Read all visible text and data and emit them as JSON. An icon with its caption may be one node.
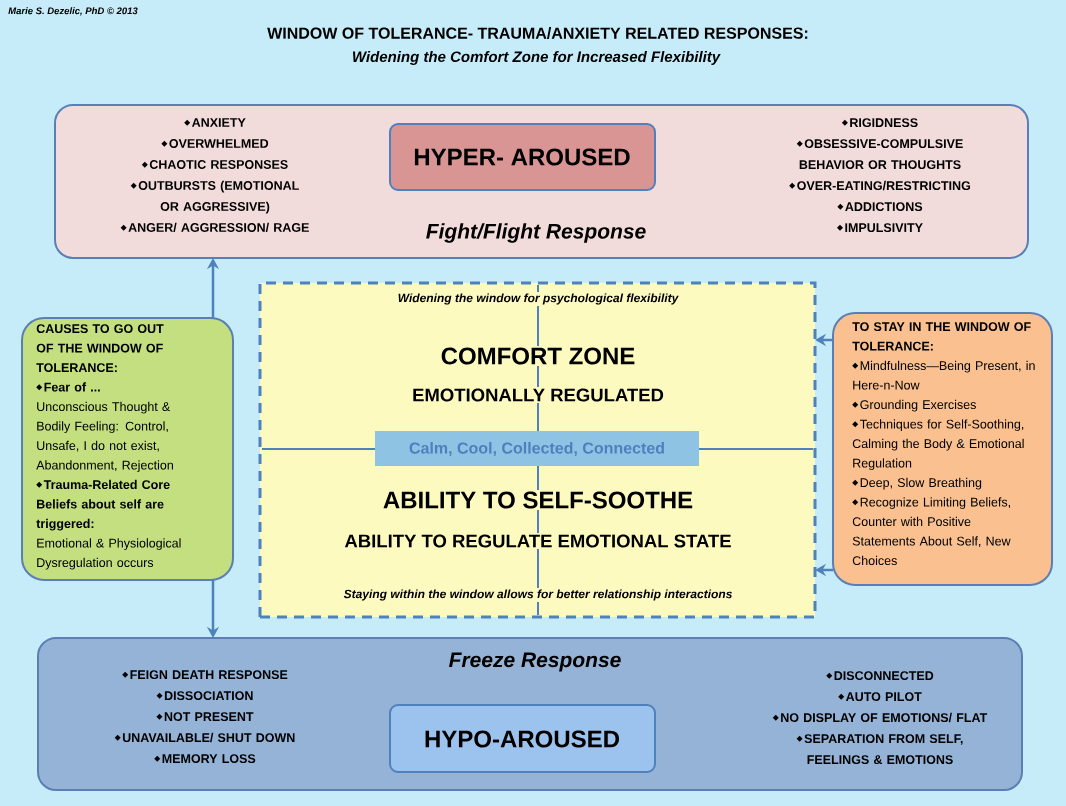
{
  "diagram": {
    "title": "WINDOW OF TOLERANCE- TRAUMA/ANXIETY RELATED RESPONSES:",
    "nodes": [
      {
        "text": [
          "ANXIETY",
          "OVERWHELMED",
          "CHAOTIC RESPONSES",
          "OUTBURSTS (EMOTIONAL OR AGGRESSIVE)",
          "ANGER/ AGGRESSION/ RAGE",
          "Fight/Flight Response",
          "RIGIDNESS",
          "OBSESSIVE-COMPULSIVE BEHAVIOR OR THOUGHTS",
          "OVER-EATING/RESTRICTING",
          "ADDICTIONS",
          "IMPULSIVITY"
        ]
      },
      {
        "text": [
          "HYPER- AROUSED"
        ],
        "in": 0
      },
      {
        "text": [
          "CAUSES TO GO OUT OF THE WINDOW OF TOLERANCE:",
          "Fear of ...",
          "Unconscious Thought & Bodily Feeling: Control, Unsafe, I do not exist, Abandonment, Rejection",
          "Trauma-Related Core Beliefs about self are triggered:",
          "Emotional & Physiological Dysregulation occurs"
        ]
      },
      {
        "text": [
          "Widening the window for psychological flexibility",
          "COMFORT ZONE",
          "EMOTIONALLY REGULATED",
          "ABILITY TO SELF-SOOTHE",
          "ABILITY TO REGULATE EMOTIONAL STATE",
          "Staying within the window allows for better relationship interactions"
        ]
      },
      {
        "text": [
          "Calm, Cool, Collected, Connected"
        ],
        "in": 3
      },
      {
        "text": [
          "TO STAY IN THE WINDOW OF TOLERANCE:",
          "Mindfulness—Being Present, in Here-n-Now",
          "Grounding Exercises",
          "Techniques for Self-Soothing, Calming the Body & Emotional Regulation",
          "Deep, Slow Breathing",
          "Recognize Limiting Beliefs, Counter with Positive Statements About Self, New Choices"
        ]
      },
      {
        "text": [
          "Freeze Response",
          "FEIGN DEATH RESPONSE",
          "DISSOCIATION",
          "NOT PRESENT",
          "UNAVAILABLE/ SHUT DOWN",
          "MEMORY LOSS",
          "DISCONNECTED",
          "AUTO PILOT",
          "NO DISPLAY OF EMOTIONS/ FLAT",
          "SEPARATION FROM SELF, FEELINGS & EMOTIONS"
        ]
      },
      {
        "text": [
          "HYPO-AROUSED"
        ],
        "in": 6
      }
    ],
    "edges": [
      {
        "from": 2,
        "to": 0,
        "arrow": "to"
      },
      {
        "from": 2,
        "to": 6,
        "arrow": "to"
      },
      {
        "from": 5,
        "to": 3,
        "arrow": "to"
      },
      {
        "from": 5,
        "to": 3,
        "arrow": "to"
      }
    ],
    "labels": [
      "Marie S. Dezelic, PhD © 2013",
      "Widening the Comfort Zone for Increased Flexibility"
    ]
  }
}
